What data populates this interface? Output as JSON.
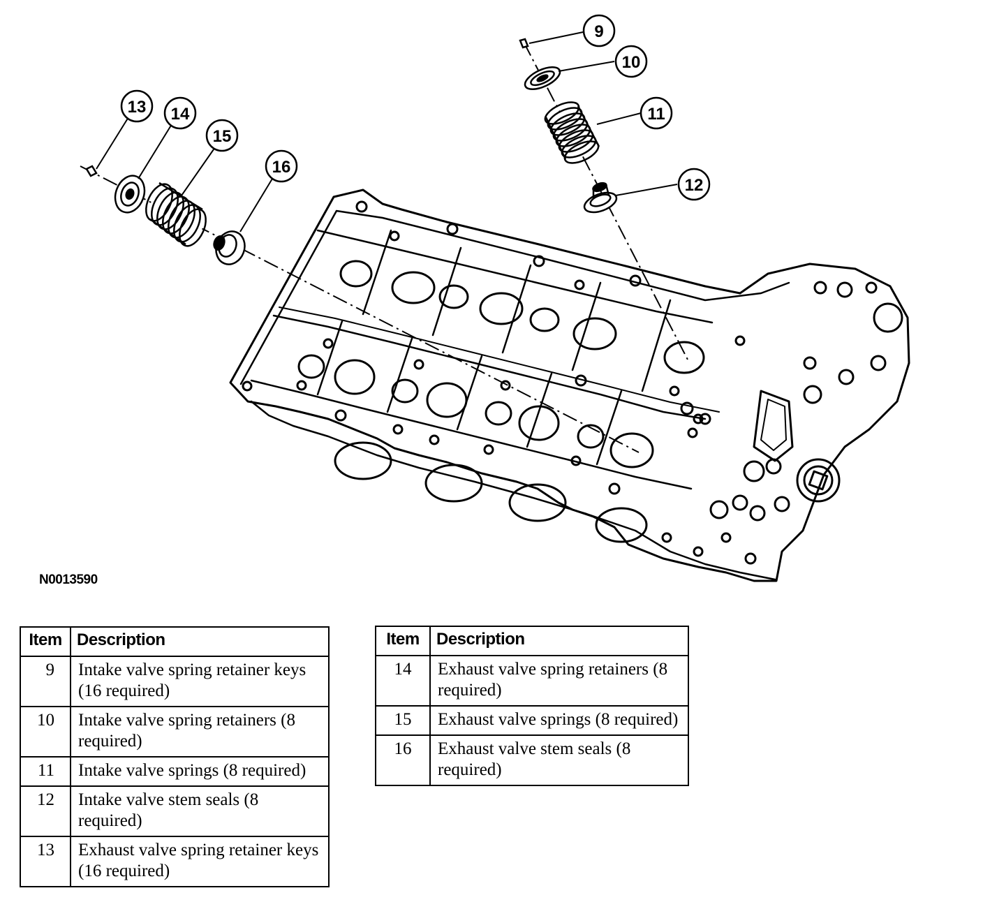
{
  "figure_id": "N0013590",
  "callouts": [
    "9",
    "10",
    "11",
    "12",
    "13",
    "14",
    "15",
    "16"
  ],
  "table_header": {
    "item": "Item",
    "description": "Description"
  },
  "table_left": [
    {
      "item": "9",
      "description": "Intake valve spring retainer keys (16 required)"
    },
    {
      "item": "10",
      "description": "Intake valve spring retainers (8 required)"
    },
    {
      "item": "11",
      "description": "Intake valve springs (8 required)"
    },
    {
      "item": "12",
      "description": "Intake valve stem seals (8 required)"
    },
    {
      "item": "13",
      "description": "Exhaust valve spring retainer keys (16 required)"
    }
  ],
  "table_right": [
    {
      "item": "14",
      "description": "Exhaust valve spring retainers (8 required)"
    },
    {
      "item": "15",
      "description": "Exhaust valve springs (8 required)"
    },
    {
      "item": "16",
      "description": "Exhaust valve stem seals (8 required)"
    }
  ]
}
